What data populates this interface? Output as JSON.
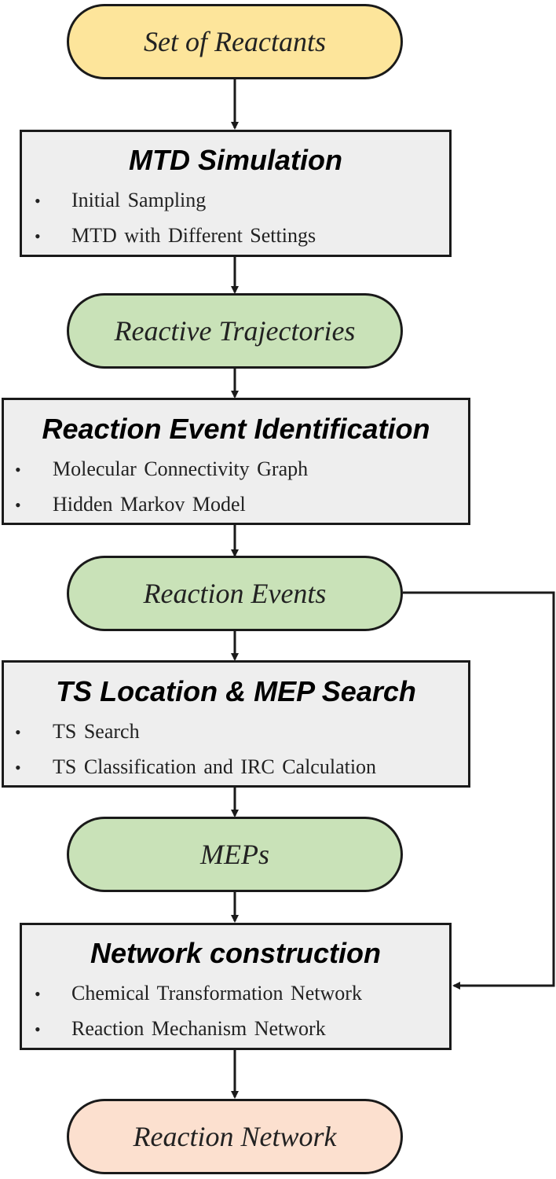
{
  "colors": {
    "reactants_fill": "#fde59b",
    "intermediate_fill": "#c9e2b8",
    "output_fill": "#fce0cf",
    "box_fill": "#eeeeee",
    "stroke": "#1a1a1a"
  },
  "nodes": {
    "reactants": "Set of Reactants",
    "trajectories": "Reactive Trajectories",
    "events": "Reaction Events",
    "meps": "MEPs",
    "network": "Reaction Network"
  },
  "steps": [
    {
      "title": "MTD Simulation",
      "items": [
        "Initial Sampling",
        "MTD with Different Settings"
      ]
    },
    {
      "title": "Reaction Event Identification",
      "items": [
        "Molecular Connectivity Graph",
        "Hidden Markov Model"
      ]
    },
    {
      "title": "TS Location & MEP Search",
      "items": [
        "TS Search",
        "TS Classification and IRC Calculation"
      ]
    },
    {
      "title": "Network construction",
      "items": [
        "Chemical Transformation Network",
        "Reaction Mechanism Network"
      ]
    }
  ]
}
